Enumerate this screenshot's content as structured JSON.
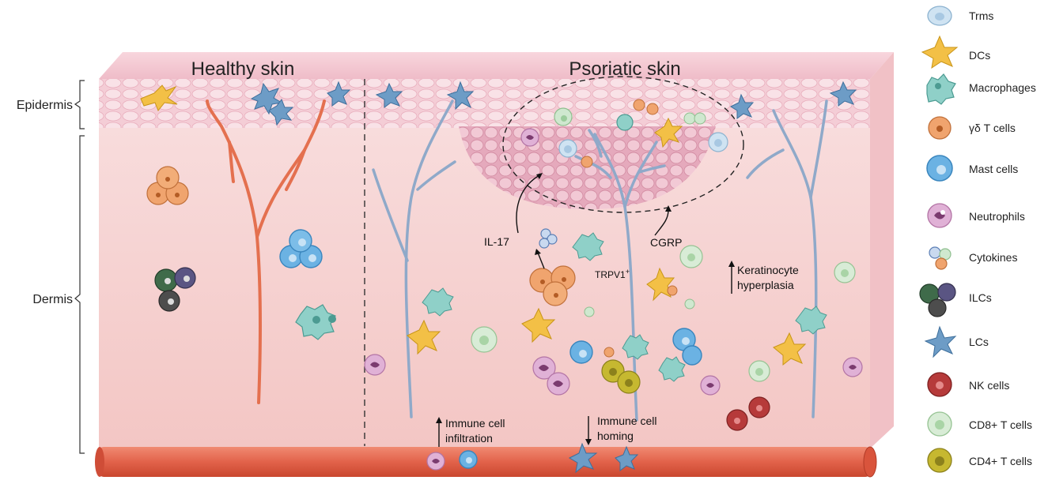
{
  "titles": {
    "healthy": "Healthy skin",
    "psoriatic": "Psoriatic skin"
  },
  "layers": {
    "epidermis": "Epidermis",
    "dermis": "Dermis"
  },
  "annotations": {
    "il17": "IL-17",
    "cgrp": "CGRP",
    "trpv1": "TRPV1",
    "trpv1_sup": "+",
    "kera_line1": "Keratinocyte",
    "kera_line2": "hyperplasia",
    "infil_line1": "Immune cell",
    "infil_line2": "infiltration",
    "homing_line1": "Immune cell",
    "homing_line2": "homing"
  },
  "legend": [
    {
      "label": "Trms",
      "icon": "trm-cell-icon"
    },
    {
      "label": "DCs",
      "icon": "dendritic-cell-icon"
    },
    {
      "label": "Macrophages",
      "icon": "macrophage-icon"
    },
    {
      "label": "γδ T cells",
      "icon": "gamma-delta-t-cell-icon"
    },
    {
      "label": "Mast cells",
      "icon": "mast-cell-icon"
    },
    {
      "label": "Neutrophils",
      "icon": "neutrophil-icon"
    },
    {
      "label": "Cytokines",
      "icon": "cytokine-icon"
    },
    {
      "label": "ILCs",
      "icon": "ilc-icon"
    },
    {
      "label": "LCs",
      "icon": "langerhans-cell-icon"
    },
    {
      "label": "NK cells",
      "icon": "nk-cell-icon"
    },
    {
      "label": "CD8+ T cells",
      "icon": "cd8-t-cell-icon"
    },
    {
      "label": "CD4+ T cells",
      "icon": "cd4-t-cell-icon"
    }
  ],
  "colors": {
    "nerve_healthy": "#e4704f",
    "nerve_psoriatic": "#8fa9c9",
    "vessel": "#e2624a",
    "dermis": "#f6d3d3",
    "epidermis": "#f2c8d2"
  }
}
